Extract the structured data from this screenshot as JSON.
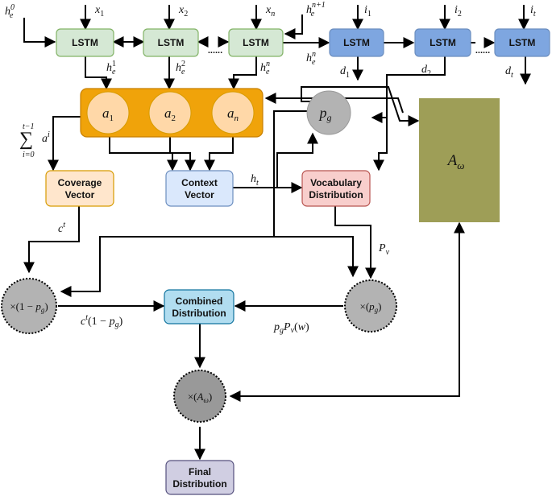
{
  "encoder": {
    "h0": "h_e^0",
    "h_next": "h_e^{n+1}",
    "inputs": [
      "x_1",
      "x_2",
      "x_n"
    ],
    "cell_label": "LSTM",
    "ellipsis": "......",
    "hidden": [
      "h_e^1",
      "h_e^2",
      "h_e^n"
    ],
    "hn_decoder": "h_e^n"
  },
  "decoder": {
    "cell_label": "LSTM",
    "inputs": [
      "i_1",
      "i_2",
      "i_t"
    ],
    "outputs": [
      "d_1",
      "d_2",
      "d_t"
    ],
    "ellipsis": "......"
  },
  "attention": {
    "nodes": [
      "a_1",
      "a_2",
      "a_n"
    ],
    "coverage_sum": "Σ_{i=0}^{t-1} a^i"
  },
  "pgen": "p_g",
  "a_omega": "A_ω",
  "boxes": {
    "coverage": [
      "Coverage",
      "Vector"
    ],
    "context": [
      "Context",
      "Vector"
    ],
    "vocab": [
      "Vocabulary",
      "Distribution"
    ],
    "combined": [
      "Combined",
      "Distribution"
    ],
    "final": [
      "Final",
      "Distribution"
    ]
  },
  "ops": {
    "left": "×(1 − p_g)",
    "right": "×(p_g)",
    "bottom": "×(A_ω)"
  },
  "edge_labels": {
    "ct": "c^t",
    "ht": "h_t",
    "pv": "P_v",
    "ct_weighted": "c^t(1 − p_g)",
    "pv_weighted": "p_g P_v(w)"
  },
  "colors": {
    "encoder_fill": "#d5e8d4",
    "encoder_stroke": "#82b366",
    "decoder_fill": "#7ea6e0",
    "decoder_stroke": "#6c8ebf",
    "attention_fill": "#f0a30a",
    "attention_node": "#ffd8a8",
    "coverage_fill": "#ffe6cc",
    "context_fill": "#dae8fc",
    "vocab_fill": "#f8cecc",
    "combined_fill": "#b1ddf0",
    "final_fill": "#d0cee2",
    "a_omega_fill": "#9e9e57",
    "gray_node": "#b3b3b3"
  }
}
